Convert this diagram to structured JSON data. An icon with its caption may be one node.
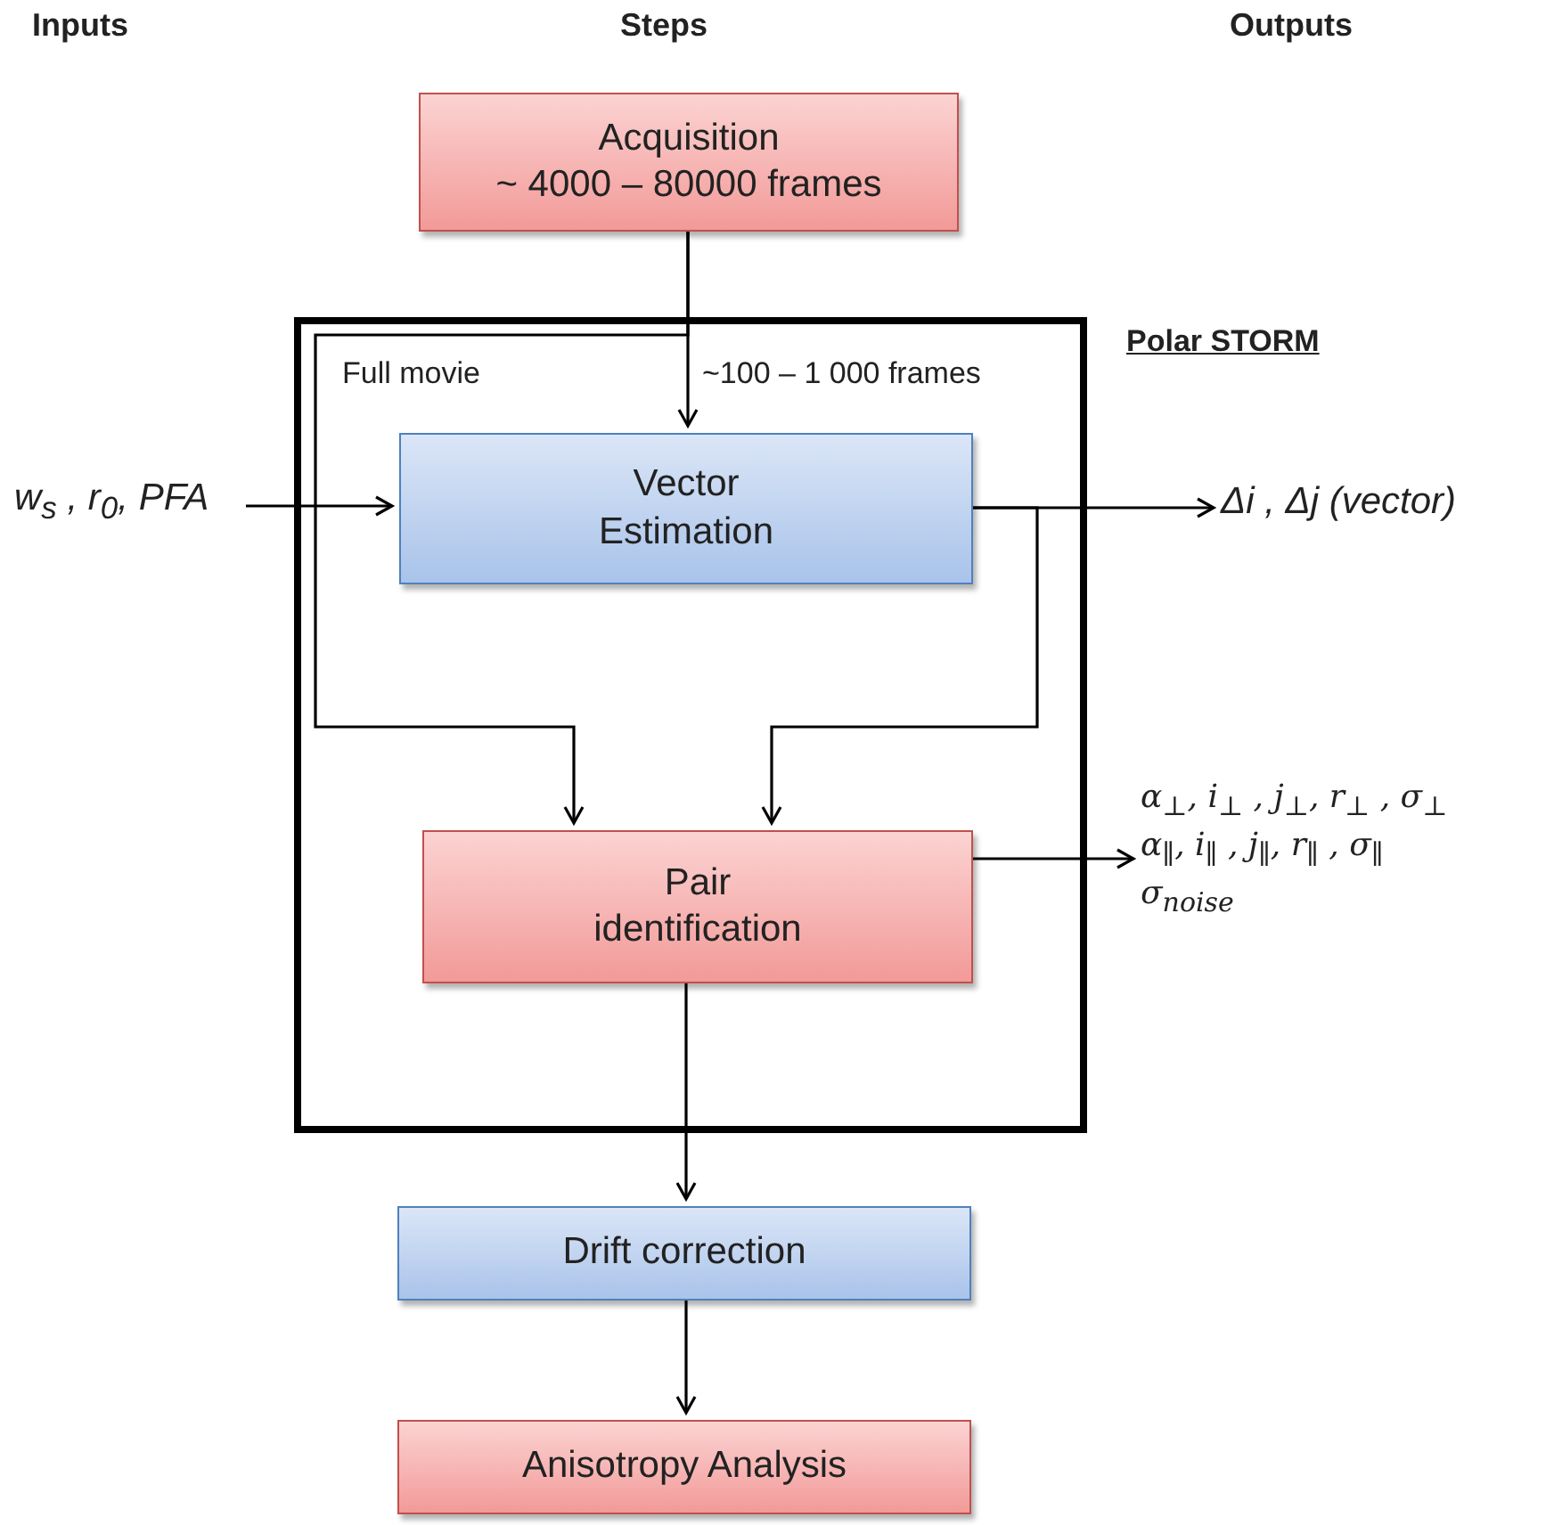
{
  "diagram": {
    "nodes": [
      {
        "text": [
          "Acquisition",
          "~ 4000 – 80000 frames"
        ]
      },
      {
        "text": [
          "Polar STORM"
        ]
      },
      {
        "text": [
          "Vector Estimation"
        ],
        "in": 1
      },
      {
        "text": [
          "Pair identification"
        ],
        "in": 1
      },
      {
        "text": [
          "Drift correction"
        ]
      },
      {
        "text": [
          "Anisotropy  Analysis"
        ]
      },
      {
        "text": [
          "w$_{s}$ , r$_{0}$, PFA"
        ]
      },
      {
        "text": [
          "Δi , Δj (vector)"
        ]
      },
      {
        "text": [
          "α$_{⊥}$, i$_{⊥}$ , j$_{⊥}$, r$_{⊥}$ ,  σ$_{⊥}$",
          "α$_{∥}$, i$_{∥}$ , j$_{∥}$, r$_{∥}$ ,  σ$_{∥}$",
          "σ$_{noise}$"
        ]
      }
    ],
    "edges": [
      {
        "from": 0,
        "to": 2,
        "arrow": "to",
        "label": "~100 – 1 000 frames"
      },
      {
        "from": 0,
        "to": 3,
        "arrow": "to",
        "label": "Full movie"
      },
      {
        "from": 6,
        "to": 2,
        "arrow": "to"
      },
      {
        "from": 2,
        "to": 7,
        "arrow": "to"
      },
      {
        "from": 2,
        "to": 3,
        "arrow": "to"
      },
      {
        "from": 3,
        "to": 8,
        "arrow": "to"
      },
      {
        "from": 3,
        "to": 4,
        "arrow": "to"
      },
      {
        "from": 4,
        "to": 5,
        "arrow": "to"
      }
    ],
    "labels": [
      "Inputs",
      "Steps",
      "Outputs"
    ]
  }
}
